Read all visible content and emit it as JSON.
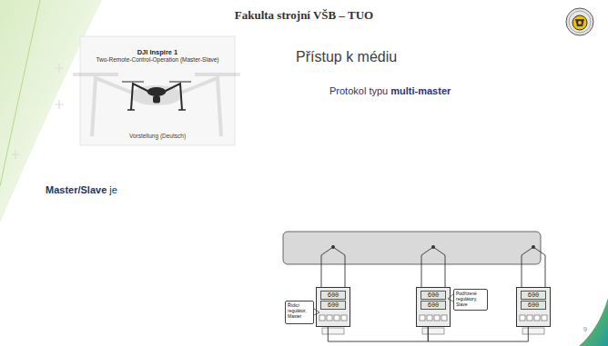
{
  "diagram": {
    "title": "Fakulta strojní VŠB – TUO",
    "nodes": [
      {
        "text": [
          "DJI Inspire 1",
          "Two-Remote-Control-Operation (Master-Slave)",
          "Vorstellung (Deutsch)"
        ]
      },
      {
        "text": [
          "600",
          "600"
        ]
      },
      {
        "text": [
          "Řídicí regulátor, Master"
        ]
      },
      {
        "text": [
          "600",
          "600"
        ]
      },
      {
        "text": [
          "Podřízené regulátory, Slave"
        ]
      },
      {
        "text": [
          "600",
          "600"
        ]
      }
    ],
    "edges": [
      {
        "from": 1,
        "to": 3,
        "arrow": "none"
      },
      {
        "from": 3,
        "to": 5,
        "arrow": "none"
      }
    ],
    "labels": [
      "Přístup k médiu",
      "Protokol typu",
      "multi-master",
      "Master/Slave",
      "je",
      "9"
    ]
  }
}
